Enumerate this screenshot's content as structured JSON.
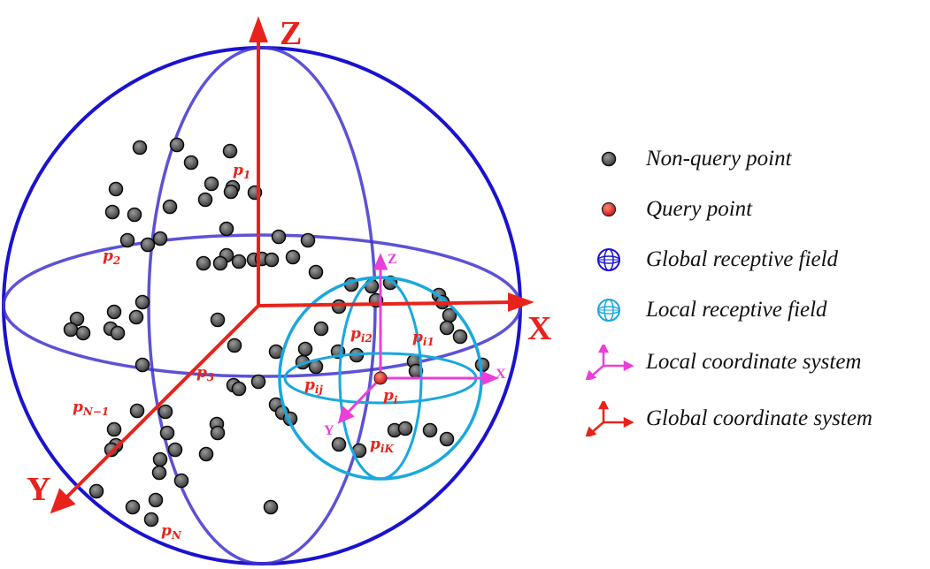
{
  "colors": {
    "global_sphere": "#1a12d0",
    "global_ellipse": "#3f34cf",
    "local_sphere": "#19a8df",
    "global_axis": "#e8231b",
    "local_axis": "#ea3fd9",
    "point_fill": "#5a5a5a",
    "query_fill": "#e8231b"
  },
  "icons": {
    "non_query": "gray-point-icon",
    "query": "red-point-icon",
    "global_field": "blue-globe-icon",
    "local_field": "cyan-globe-icon",
    "local_cs": "magenta-axes-icon",
    "global_cs": "red-axes-icon"
  },
  "axes": {
    "global": {
      "x": "X",
      "y": "Y",
      "z": "Z"
    },
    "local": {
      "x": "X",
      "y": "Y",
      "z": "Z"
    }
  },
  "labels": {
    "p1": {
      "base": "p",
      "sub": "1"
    },
    "p2": {
      "base": "p",
      "sub": "2"
    },
    "p3": {
      "base": "p",
      "sub": "3"
    },
    "pN1": {
      "base": "p",
      "sub": "N−1"
    },
    "pN": {
      "base": "p",
      "sub": "N"
    },
    "pi": {
      "base": "p",
      "sub": "i"
    },
    "pi1": {
      "base": "p",
      "sub": "i1"
    },
    "pi2": {
      "base": "p",
      "sub": "i2"
    },
    "pij": {
      "base": "p",
      "sub": "ij"
    },
    "piK": {
      "base": "p",
      "sub": "iK"
    }
  },
  "legend": [
    {
      "key": "non_query",
      "text": "Non-query point"
    },
    {
      "key": "query",
      "text": "Query point"
    },
    {
      "key": "global_field",
      "text": "Global receptive field"
    },
    {
      "key": "local_field",
      "text": "Local receptive field"
    },
    {
      "key": "local_cs",
      "text": "Local coordinate system"
    },
    {
      "key": "global_cs",
      "text": "Global coordinate system"
    }
  ]
}
